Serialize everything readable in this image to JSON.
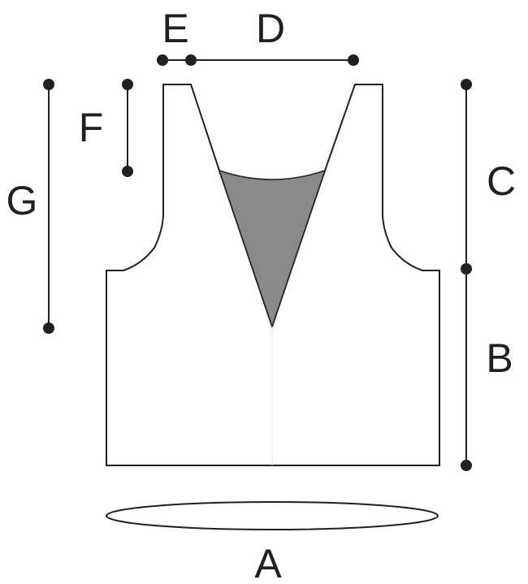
{
  "labels": {
    "a": "A",
    "b": "B",
    "c": "C",
    "d": "D",
    "e": "E",
    "f": "F",
    "g": "G"
  },
  "colors": {
    "line": "#231f20",
    "neck_fill": "#8a8a8a",
    "background": "#ffffff"
  }
}
